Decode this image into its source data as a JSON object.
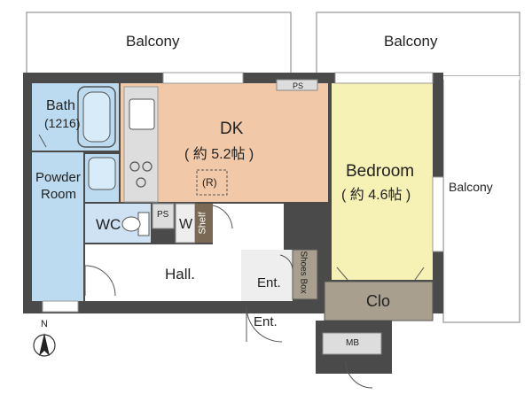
{
  "rooms": {
    "balcony_left": "Balcony",
    "balcony_right": "Balcony",
    "balcony_side": "Balcony",
    "bath": "Bath",
    "bath_size": "(1216)",
    "powder_room_line1": "Powder",
    "powder_room_line2": "Room",
    "dk": "DK",
    "dk_size": "( 約 5.2帖 )",
    "range": "(R)",
    "bedroom": "Bedroom",
    "bedroom_size": "( 約 4.6帖 )",
    "wc": "WC",
    "ps_small": "PS",
    "ps_top": "PS",
    "washer": "W",
    "shelf": "Shelf",
    "hall": "Hall.",
    "entrance_inner": "Ent.",
    "entrance_outer": "Ent.",
    "shoes_box": "Shoes Box",
    "closet": "Clo",
    "mb": "MB"
  },
  "compass": {
    "north": "N"
  },
  "colors": {
    "wall": "#4a4a4a",
    "dk_floor": "#f2c9a8",
    "bedroom_floor": "#f6f1b5",
    "bath_floor": "#bcdaf0",
    "wc_floor": "#cfe2f3",
    "shelf_fill": "#7a6a55",
    "closet_fill": "#a99f8e",
    "entrance_floor": "#eeeeee",
    "counter": "#dddddd"
  }
}
